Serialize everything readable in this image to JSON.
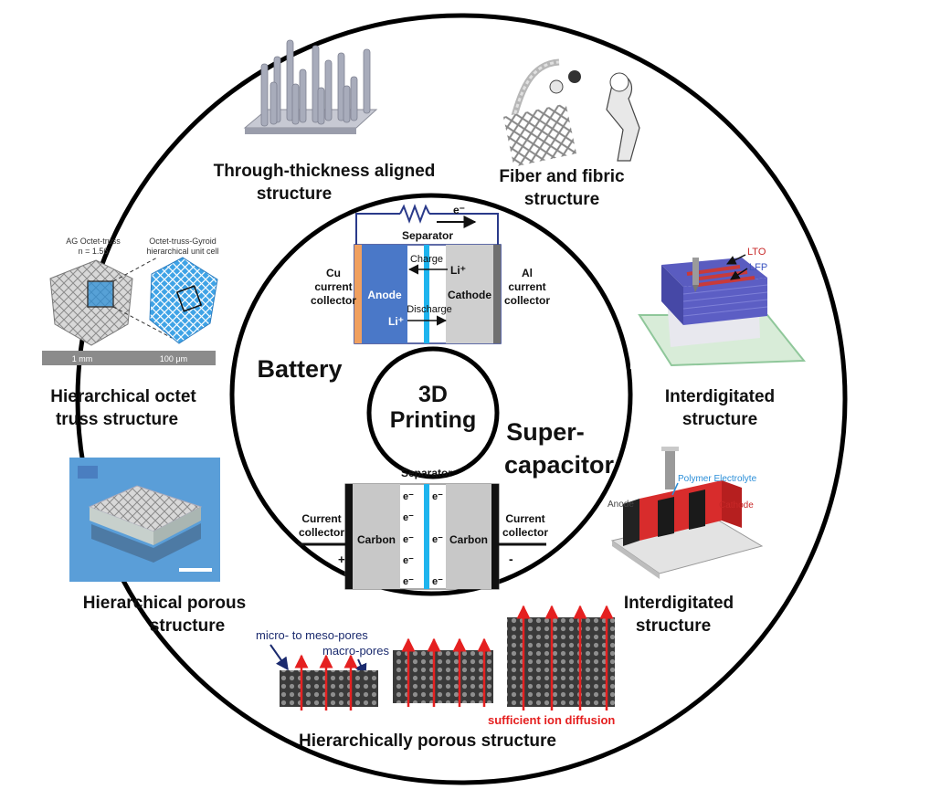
{
  "center": {
    "line1": "3D",
    "line2": "Printing"
  },
  "battery": {
    "title": "Battery",
    "electron": "e⁻",
    "separator": "Separator",
    "anode": "Anode",
    "cathode": "Cathode",
    "charge": "Charge",
    "discharge": "Discharge",
    "li_ion": "Li⁺",
    "left_collector": [
      "Cu",
      "current",
      "collector"
    ],
    "right_collector": [
      "Al",
      "current",
      "collector"
    ],
    "colors": {
      "anode": "#4a78c8",
      "cathode": "#cfcfcf",
      "separator": "#1eb4ee",
      "cu": "#f0a060",
      "al": "#707070"
    }
  },
  "supercapacitor": {
    "title_line1": "Super-",
    "title_line2": "capacitor",
    "separator": "Separator",
    "left_electrode": "Carbon",
    "right_electrode": "Carbon",
    "electron": "e⁻",
    "left_collector": [
      "Current",
      "collector"
    ],
    "right_collector": [
      "Current",
      "collector"
    ],
    "plus": "+",
    "minus": "-"
  },
  "structures": {
    "through_thickness": [
      "Through-thickness aligned",
      "structure"
    ],
    "fiber": [
      "Fiber and fibric",
      "structure"
    ],
    "octet": [
      "Hierarchical octet",
      "truss structure"
    ],
    "octet_inset": {
      "left_title": [
        "AG Octet-truss",
        "n = 1.56"
      ],
      "right_title": [
        "Octet-truss-Gyroid",
        "hierarchical unit cell"
      ],
      "scale_left": "1 mm",
      "scale_right": "100 μm"
    },
    "interdigitated_top": [
      "Interdigitated",
      "structure"
    ],
    "interdigitated_top_inset": {
      "lto": "LTO",
      "lfp": "LFP"
    },
    "interdigitated_bottom": [
      "Interdigitated",
      "structure"
    ],
    "interdigitated_bottom_inset": {
      "polymer": "Polymer Electrolyte",
      "anode": "Anode",
      "cathode": "Cathode"
    },
    "porous": [
      "Hierarchical porous",
      "structure"
    ],
    "hier_porous": "Hierarchically porous structure",
    "hier_porous_inset": {
      "micro": "micro- to meso-pores",
      "macro": "macro-pores",
      "diffusion": "sufficient ion diffusion"
    }
  }
}
